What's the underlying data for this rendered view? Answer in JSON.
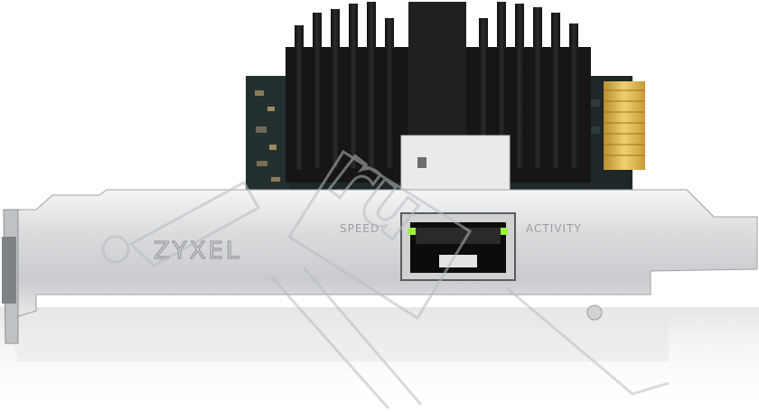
{
  "product": {
    "brand_label": "ZYXEL",
    "port_label_left": "SPEED",
    "port_label_right": "ACTIVITY"
  },
  "watermark": {
    "text": "ru"
  },
  "colors": {
    "heatsink": "#1b1b1b",
    "bracket": "#d6d8da",
    "pcb": "#1f2a2a",
    "gold_contacts": "#d6b24a",
    "led": "#9ef03a"
  }
}
